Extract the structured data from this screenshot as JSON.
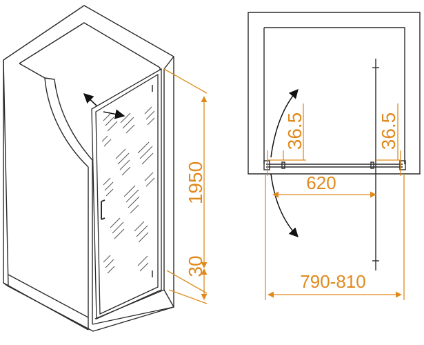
{
  "colors": {
    "dimension": "#e08a1e",
    "outline": "#2a2a2a",
    "background": "#ffffff"
  },
  "perspective_view": {
    "dimensions": {
      "height": "1950",
      "base": "30"
    }
  },
  "plan_view": {
    "dimensions": {
      "offset_left": "36.5",
      "offset_right": "36.5",
      "door_width": "620",
      "total_width": "790-810"
    }
  },
  "icons": [
    "door-swing-arrow-icon",
    "door-handle-icon",
    "hinge-icon"
  ]
}
